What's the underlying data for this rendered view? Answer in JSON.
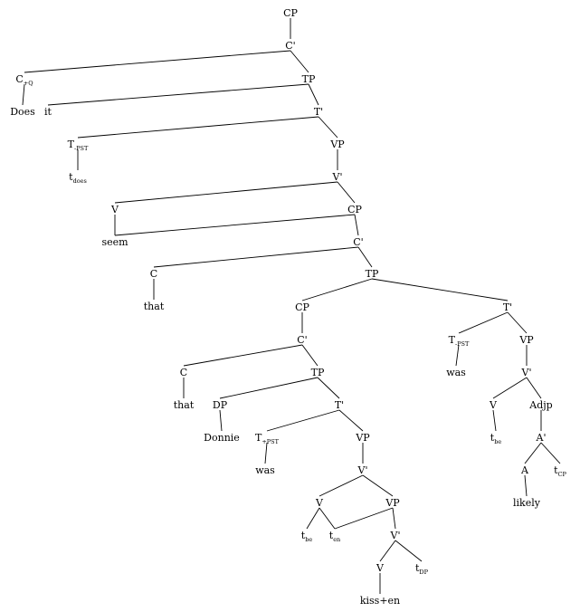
{
  "tree": {
    "nodes": [
      {
        "id": "cp1",
        "label": "CP"
      },
      {
        "id": "cb1",
        "label": "C'"
      },
      {
        "id": "cq",
        "label": "C",
        "sub": "+Q"
      },
      {
        "id": "does",
        "label": "Does"
      },
      {
        "id": "it",
        "label": "it"
      },
      {
        "id": "tp1",
        "label": "TP"
      },
      {
        "id": "tb1",
        "label": "T'"
      },
      {
        "id": "tpst1",
        "label": "T",
        "sub": "-PST"
      },
      {
        "id": "tdoes",
        "label": "t",
        "sub": "does"
      },
      {
        "id": "vp1",
        "label": "VP"
      },
      {
        "id": "vb1",
        "label": "V'"
      },
      {
        "id": "v1",
        "label": "V"
      },
      {
        "id": "seem",
        "label": "seem"
      },
      {
        "id": "cp2",
        "label": "CP"
      },
      {
        "id": "cb2",
        "label": "C'"
      },
      {
        "id": "c2",
        "label": "C"
      },
      {
        "id": "that1",
        "label": "that"
      },
      {
        "id": "tp2",
        "label": "TP"
      },
      {
        "id": "cp3",
        "label": "CP"
      },
      {
        "id": "cb3",
        "label": "C'"
      },
      {
        "id": "c3",
        "label": "C"
      },
      {
        "id": "that2",
        "label": "that"
      },
      {
        "id": "tp3",
        "label": "TP"
      },
      {
        "id": "dp",
        "label": "DP"
      },
      {
        "id": "donnie",
        "label": "Donnie"
      },
      {
        "id": "tb3",
        "label": "T'"
      },
      {
        "id": "tpst3",
        "label": "T",
        "sub": "+PST"
      },
      {
        "id": "was1",
        "label": "was"
      },
      {
        "id": "vp3",
        "label": "VP"
      },
      {
        "id": "vb3",
        "label": "V'"
      },
      {
        "id": "v3",
        "label": "V"
      },
      {
        "id": "tbe1",
        "label": "t",
        "sub": "be"
      },
      {
        "id": "ten",
        "label": "t",
        "sub": "en"
      },
      {
        "id": "vp4",
        "label": "VP"
      },
      {
        "id": "vb4",
        "label": "V'"
      },
      {
        "id": "v4",
        "label": "V"
      },
      {
        "id": "kissen",
        "label": "kiss+en"
      },
      {
        "id": "tdp",
        "label": "t",
        "sub": "DP"
      },
      {
        "id": "tb2",
        "label": "T'"
      },
      {
        "id": "tpst2",
        "label": "T",
        "sub": "-PST"
      },
      {
        "id": "was2",
        "label": "was"
      },
      {
        "id": "vp2",
        "label": "VP"
      },
      {
        "id": "vb2",
        "label": "V'"
      },
      {
        "id": "v2",
        "label": "V"
      },
      {
        "id": "tbe2",
        "label": "t",
        "sub": "be"
      },
      {
        "id": "adjp",
        "label": "Adjp"
      },
      {
        "id": "ab",
        "label": "A'"
      },
      {
        "id": "a",
        "label": "A"
      },
      {
        "id": "likely",
        "label": "likely"
      },
      {
        "id": "tcp",
        "label": "t",
        "sub": "CP"
      }
    ],
    "edges": [
      [
        "cp1",
        "cb1"
      ],
      [
        "cb1",
        "cq"
      ],
      [
        "cb1",
        "tp1"
      ],
      [
        "cq",
        "does"
      ],
      [
        "tp1",
        "it"
      ],
      [
        "tp1",
        "tb1"
      ],
      [
        "tb1",
        "tpst1"
      ],
      [
        "tb1",
        "vp1"
      ],
      [
        "tpst1",
        "tdoes"
      ],
      [
        "vp1",
        "vb1"
      ],
      [
        "vb1",
        "v1"
      ],
      [
        "vb1",
        "cp2"
      ],
      [
        "v1",
        "seem"
      ],
      [
        "cp2",
        "seem"
      ],
      [
        "cp2",
        "cb2"
      ],
      [
        "cb2",
        "c2"
      ],
      [
        "cb2",
        "tp2"
      ],
      [
        "c2",
        "that1"
      ],
      [
        "tp2",
        "cp3"
      ],
      [
        "tp2",
        "tb2"
      ],
      [
        "cp3",
        "cb3"
      ],
      [
        "cb3",
        "c3"
      ],
      [
        "cb3",
        "tp3"
      ],
      [
        "c3",
        "that2"
      ],
      [
        "tp3",
        "dp"
      ],
      [
        "tp3",
        "tb3"
      ],
      [
        "dp",
        "donnie"
      ],
      [
        "tb3",
        "tpst3"
      ],
      [
        "tb3",
        "vp3"
      ],
      [
        "tpst3",
        "was1"
      ],
      [
        "vp3",
        "vb3"
      ],
      [
        "vb3",
        "v3"
      ],
      [
        "vb3",
        "vp4"
      ],
      [
        "v3",
        "tbe1"
      ],
      [
        "v3",
        "ten"
      ],
      [
        "vp4",
        "ten"
      ],
      [
        "vp4",
        "vb4"
      ],
      [
        "vb4",
        "v4"
      ],
      [
        "vb4",
        "tdp"
      ],
      [
        "v4",
        "kissen"
      ],
      [
        "tb2",
        "tpst2"
      ],
      [
        "tb2",
        "vp2"
      ],
      [
        "tpst2",
        "was2"
      ],
      [
        "vp2",
        "vb2"
      ],
      [
        "vb2",
        "v2"
      ],
      [
        "vb2",
        "adjp"
      ],
      [
        "v2",
        "tbe2"
      ],
      [
        "adjp",
        "ab"
      ],
      [
        "ab",
        "a"
      ],
      [
        "ab",
        "tcp"
      ],
      [
        "a",
        "likely"
      ]
    ]
  }
}
